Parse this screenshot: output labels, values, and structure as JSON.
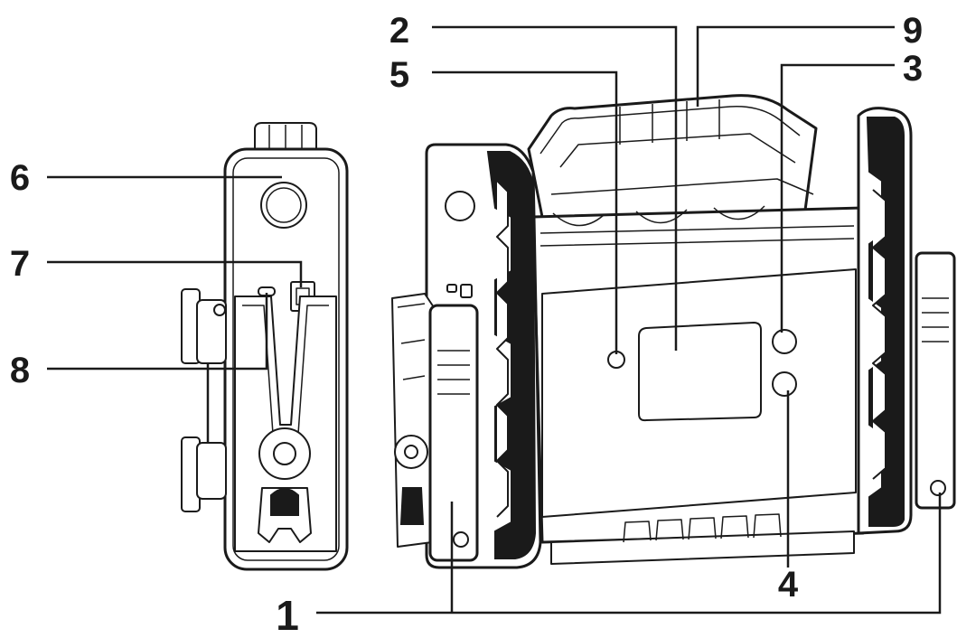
{
  "figure": {
    "labels": {
      "l1": "1",
      "l2": "2",
      "l3": "3",
      "l4": "4",
      "l5": "5",
      "l6": "6",
      "l7": "7",
      "l8": "8",
      "l9": "9"
    },
    "colors": {
      "ink": "#1a1a1a",
      "paper": "#ffffff"
    }
  }
}
